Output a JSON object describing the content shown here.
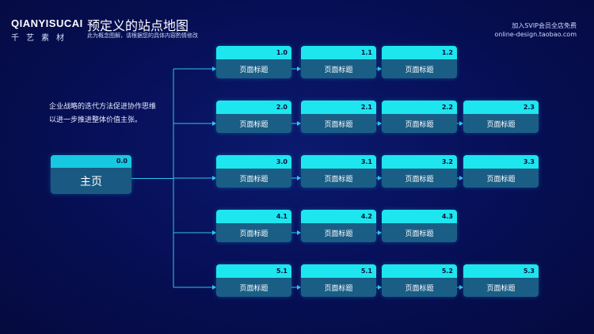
{
  "brand": {
    "en": "QIANYISUCAI",
    "cn": "千艺素材"
  },
  "header": {
    "title": "预定义的站点地图",
    "subtitle": "此为概念图解，请根据您的具体内容酌情修改"
  },
  "top_right": {
    "line1": "加入SVIP会员全店免费",
    "line2": "online-design.taobao.com"
  },
  "note": {
    "line1": "企业战略的迭代方法促进协作思维",
    "line2": "以进一步推进整体价值主张。"
  },
  "accent": "#1ee6ee",
  "node_body_color": "#1a5e86",
  "line_color": "#2fc4ee",
  "root": {
    "id": "0.0",
    "label": "主页"
  },
  "rows": [
    {
      "items": [
        {
          "id": "1.0",
          "label": "页面标题"
        },
        {
          "id": "1.1",
          "label": "页面标题"
        },
        {
          "id": "1.2",
          "label": "页面标题"
        }
      ]
    },
    {
      "items": [
        {
          "id": "2.0",
          "label": "页面标题"
        },
        {
          "id": "2.1",
          "label": "页面标题"
        },
        {
          "id": "2.2",
          "label": "页面标题"
        },
        {
          "id": "2.3",
          "label": "页面标题"
        }
      ]
    },
    {
      "items": [
        {
          "id": "3.0",
          "label": "页面标题"
        },
        {
          "id": "3.1",
          "label": "页面标题"
        },
        {
          "id": "3.2",
          "label": "页面标题"
        },
        {
          "id": "3.3",
          "label": "页面标题"
        }
      ]
    },
    {
      "items": [
        {
          "id": "4.1",
          "label": "页面标题"
        },
        {
          "id": "4.2",
          "label": "页面标题"
        },
        {
          "id": "4.3",
          "label": "页面标题"
        }
      ]
    },
    {
      "items": [
        {
          "id": "5.1",
          "label": "页面标题"
        },
        {
          "id": "5.1",
          "label": "页面标题"
        },
        {
          "id": "5.2",
          "label": "页面标题"
        },
        {
          "id": "5.3",
          "label": "页面标题"
        }
      ]
    }
  ]
}
